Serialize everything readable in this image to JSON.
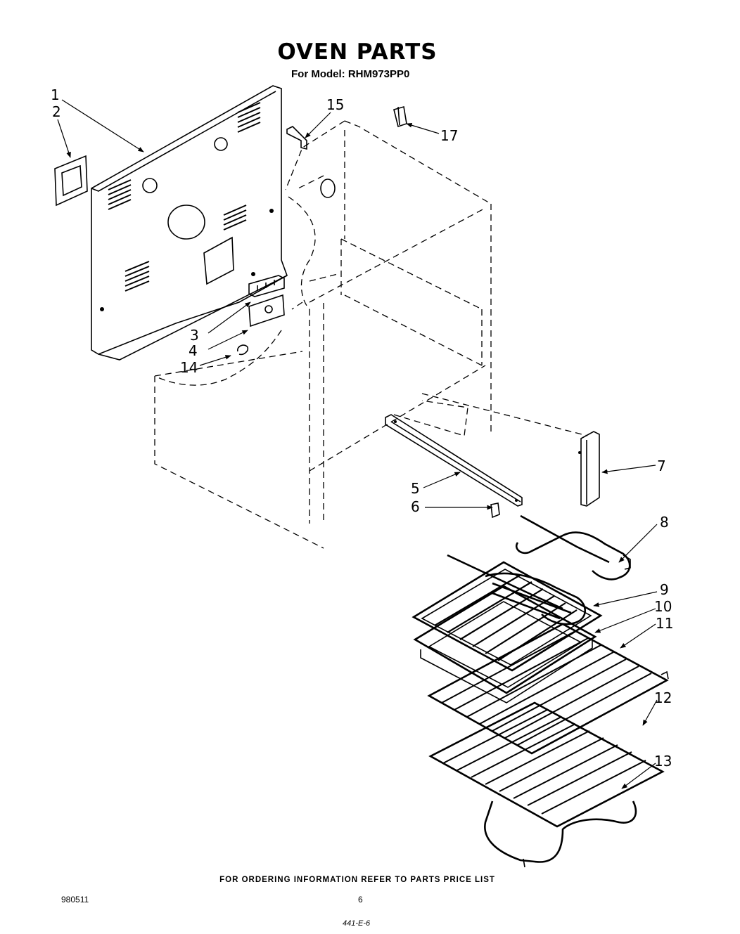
{
  "title": "OVEN PARTS",
  "model_line": "For Model: RHM973PP0",
  "footer_note": "FOR ORDERING INFORMATION REFER TO PARTS PRICE LIST",
  "doc_number": "980511",
  "page_number": "6",
  "handwritten_note": "441-E-6",
  "callouts": {
    "c1": "1",
    "c2": "2",
    "c3": "3",
    "c4": "4",
    "c5": "5",
    "c6": "6",
    "c7": "7",
    "c8": "8",
    "c9": "9",
    "c10": "10",
    "c11": "11",
    "c12": "12",
    "c13": "13",
    "c14": "14",
    "c15": "15",
    "c17": "17"
  }
}
